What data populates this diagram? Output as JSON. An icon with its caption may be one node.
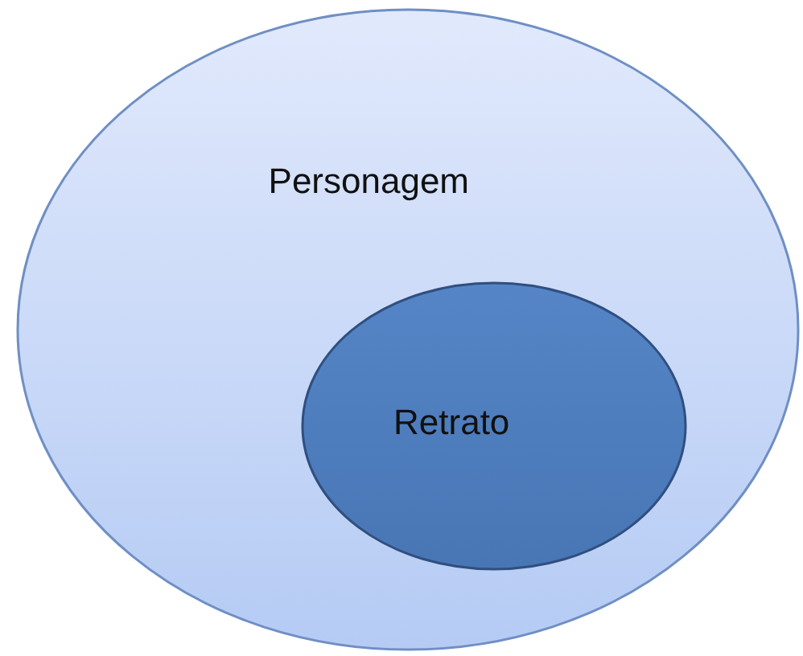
{
  "diagram": {
    "nodes": [
      {
        "text": [
          "Personagem"
        ]
      },
      {
        "text": [
          "Retrato"
        ],
        "in": 0
      }
    ]
  }
}
